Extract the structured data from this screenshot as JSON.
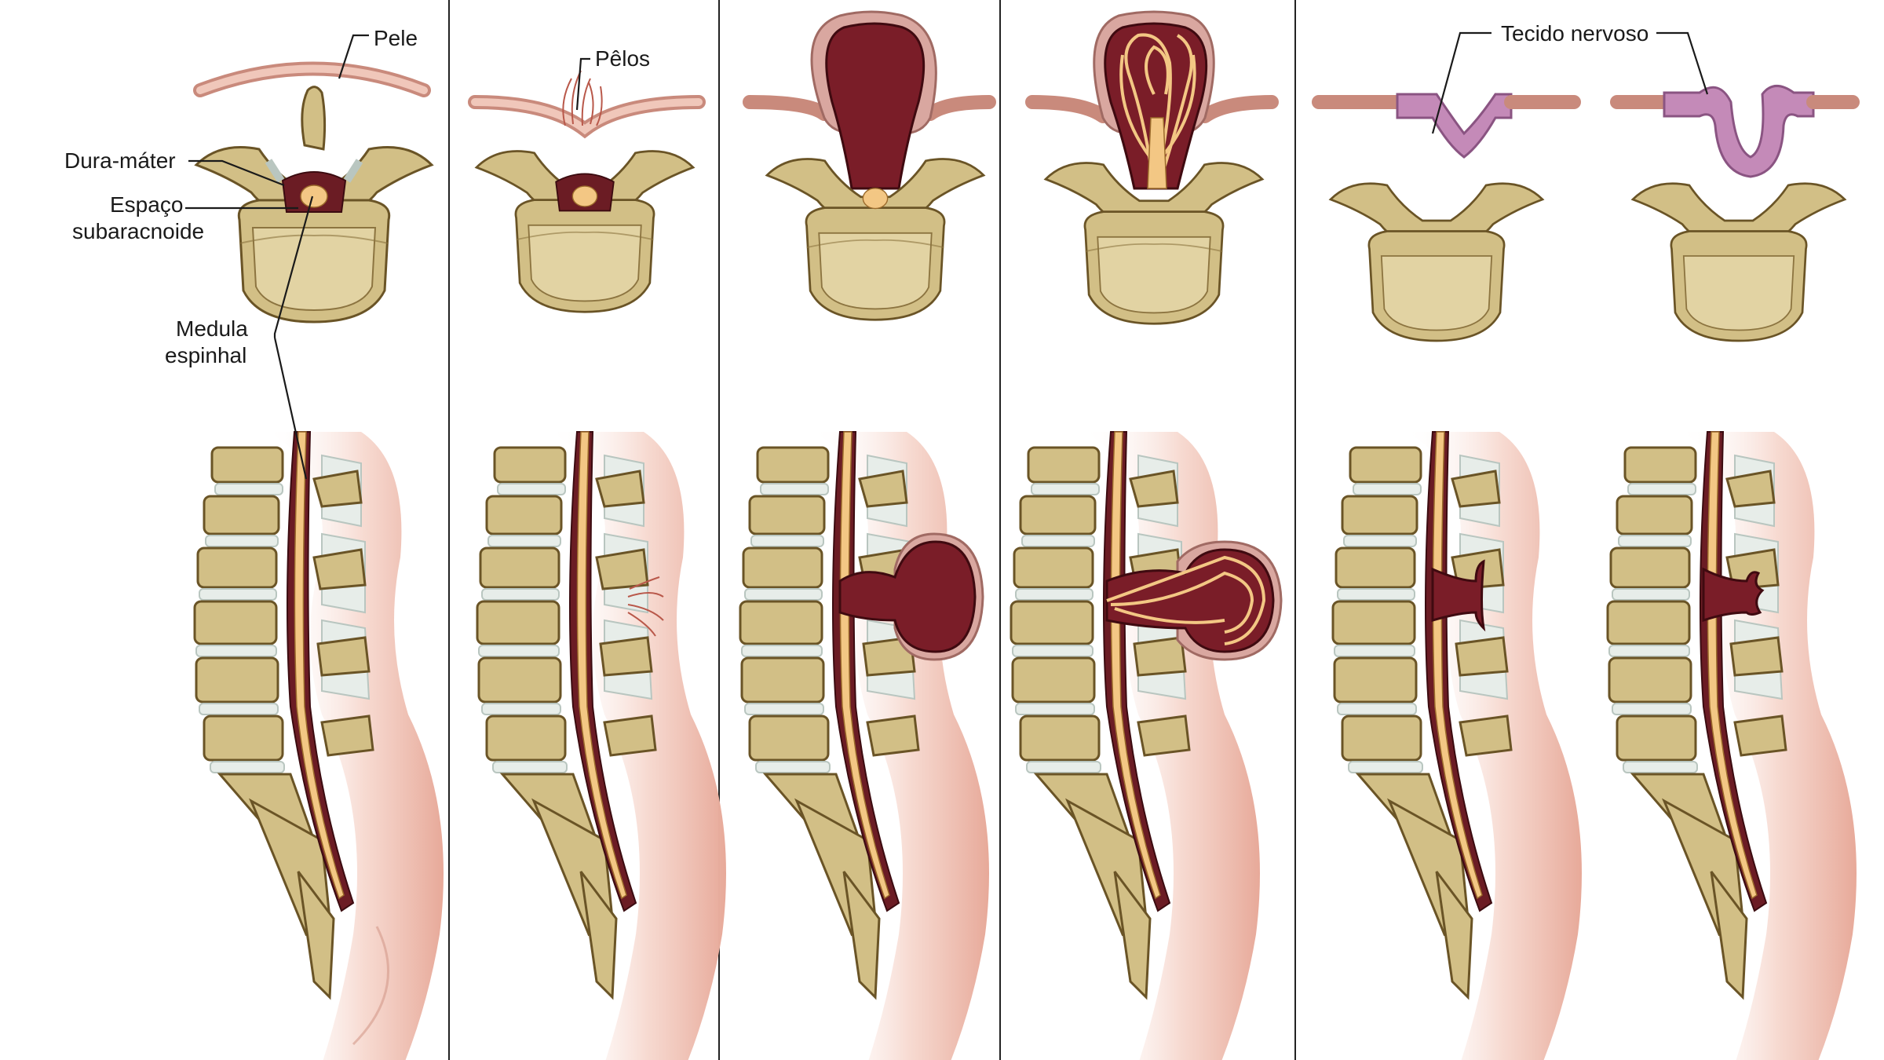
{
  "labels": {
    "pele": "Pele",
    "dura_mater": "Dura-máter",
    "espaco_line1": "Espaço",
    "espaco_line2": "subaracnoide",
    "medula_line1": "Medula",
    "medula_line2": "espinhal",
    "pelos": "Pêlos",
    "tecido_nervoso": "Tecido nervoso"
  },
  "panels": 5,
  "colors": {
    "bone": "#d2bf86",
    "dura_sac": "#7a1d28",
    "spinal_cord": "#f3c784",
    "skin": "#c98a7c",
    "neural_tissue": "#c48ab8",
    "disc": "#e7ede9"
  }
}
